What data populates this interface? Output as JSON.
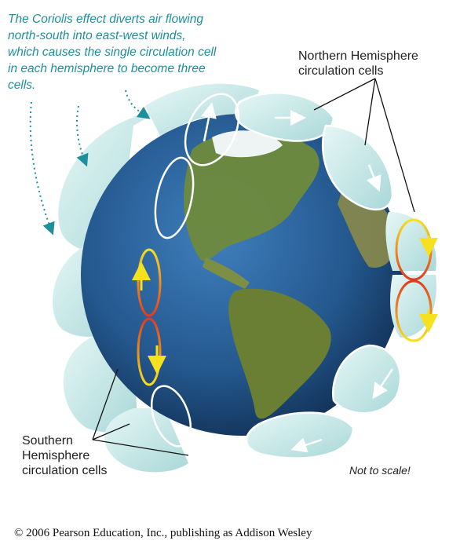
{
  "caption": "The Coriolis effect diverts air flowing north-south into east-west winds, which causes  the single circulation cell in each hemisphere to become three cells.",
  "labels": {
    "northern": [
      "Northern Hemisphere",
      "circulation cells"
    ],
    "southern": [
      "Southern",
      "Hemisphere",
      "circulation cells"
    ]
  },
  "note": "Not to scale!",
  "copyright": "© 2006 Pearson Education, Inc., publishing as Addison Wesley",
  "colors": {
    "caption_text": "#1f8f9c",
    "cell_fill": "#cfeeee",
    "cell_outline": "#ffffff",
    "ocean": "#2a5f96",
    "land": "#6f8a3c",
    "hadley_warm": "#e23a1e",
    "hadley_yellow": "#f5e11e"
  }
}
